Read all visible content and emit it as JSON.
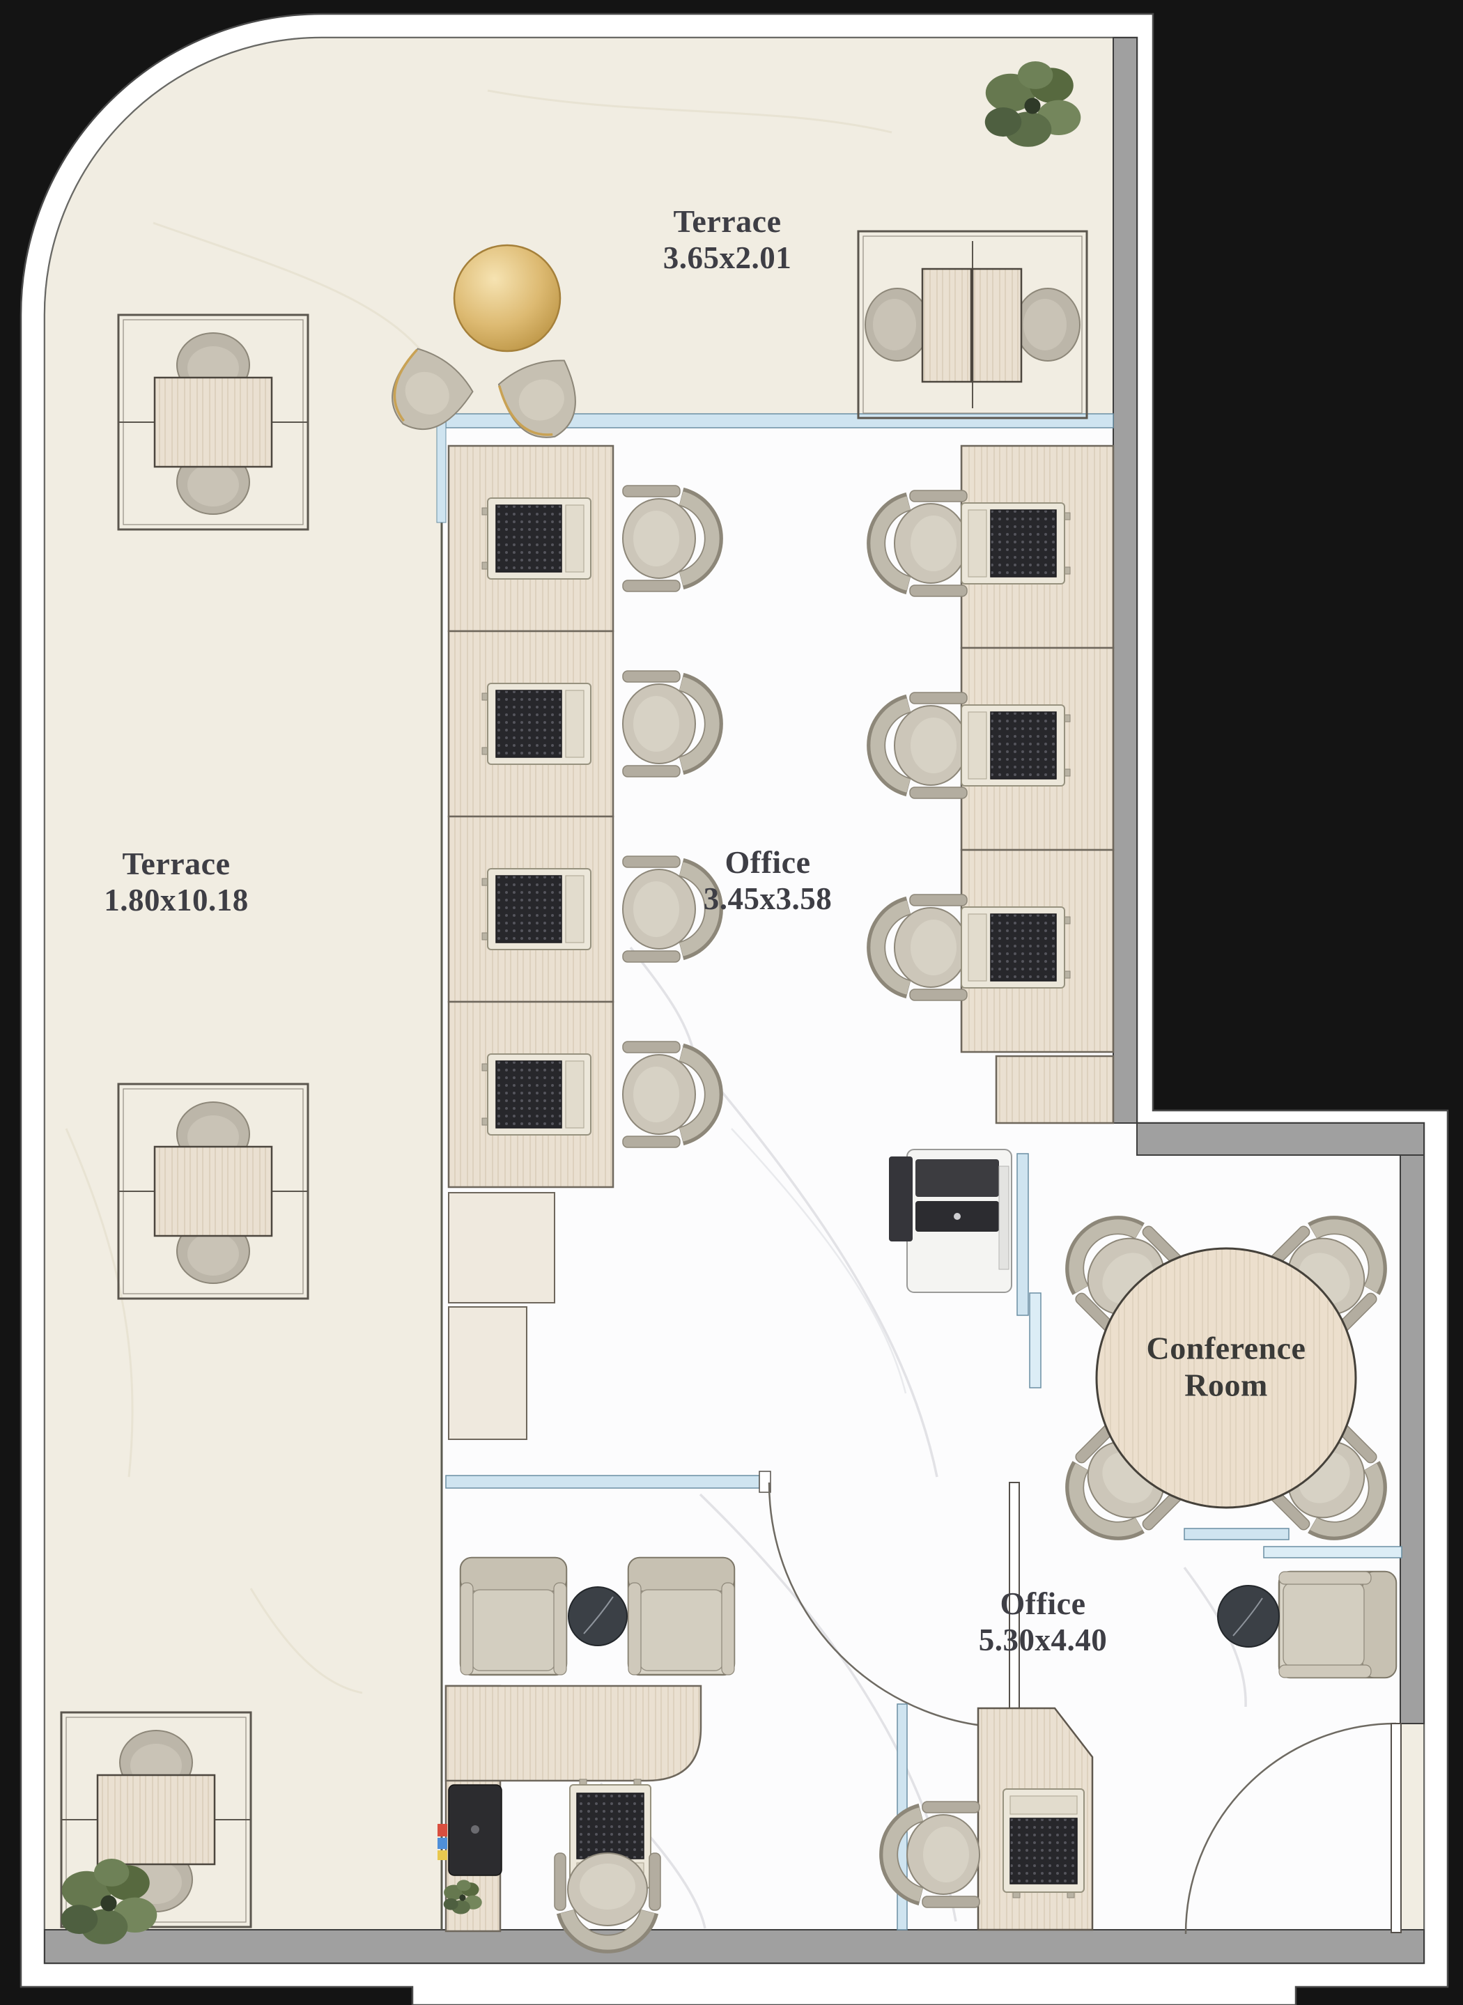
{
  "page": {
    "background": "#141414"
  },
  "rooms": {
    "terrace_top": {
      "label": "Terrace",
      "dimensions": "3.65x2.01"
    },
    "terrace_left": {
      "label": "Terrace",
      "dimensions": "1.80x10.18"
    },
    "office_main": {
      "label": "Office",
      "dimensions": "3.45x3.58"
    },
    "conference_room": {
      "label_line1": "Conference",
      "label_line2": "Room"
    },
    "office_exec": {
      "label": "Office",
      "dimensions": "5.30x4.40"
    }
  },
  "palette": {
    "plan_outline": "#ffffff",
    "terrace_floor": "#f1ede2",
    "interior_floor": "#fcfcfd",
    "wall": "#a0a0a0",
    "glass": "#cfe4f0",
    "wood": "#eae0d1",
    "gold_accent": "#d9b870",
    "chair": "#ccc6b9",
    "dark_table": "#3b4046",
    "plant": "#66784f",
    "label_text": "#3e3e45"
  }
}
